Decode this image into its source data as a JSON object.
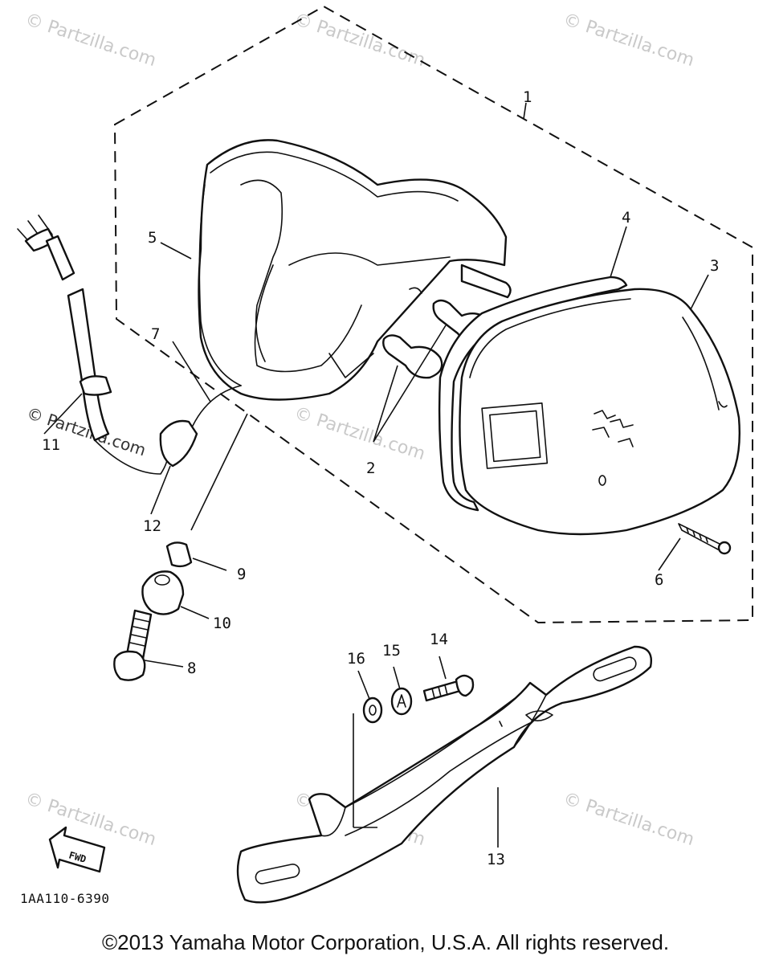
{
  "diagram": {
    "callouts": {
      "c1": "1",
      "c2": "2",
      "c3": "3",
      "c4": "4",
      "c5": "5",
      "c6": "6",
      "c7": "7",
      "c8": "8",
      "c9": "9",
      "c10": "10",
      "c11": "11",
      "c12": "12",
      "c13": "13",
      "c14": "14",
      "c15": "15",
      "c16": "16"
    },
    "watermark": "© Partzilla.com",
    "fwd_label": "FWD",
    "drawing_code": "1AA110-6390"
  },
  "footer": {
    "copyright": "©2013  Yamaha Motor Corporation, U.S.A. All rights reserved."
  }
}
